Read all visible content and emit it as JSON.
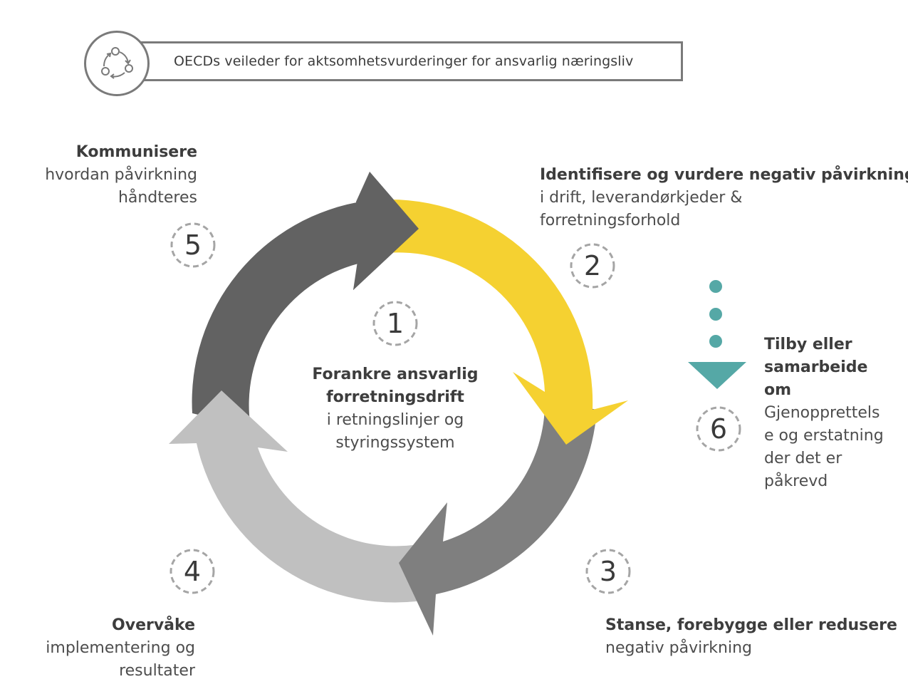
{
  "header": {
    "title": "OECDs veileder for aktsomhetsvurderinger for ansvarlig næringsliv",
    "icon": "cycle-arrows-icon"
  },
  "colors": {
    "step2_arrow": "#f5d131",
    "step3_arrow": "#7f7f7f",
    "step4_arrow": "#c0c0c0",
    "step5_arrow": "#626262",
    "step6_accent": "#55a8a6",
    "badge_dash": "#a5a5a5"
  },
  "steps": [
    {
      "number": "1",
      "title": "Forankre ansvarlig forretningsdrift",
      "title_lines": [
        "Forankre ansvarlig",
        "forretningsdrift"
      ],
      "desc_lines": [
        "i retningslinjer og",
        "styringssystem"
      ]
    },
    {
      "number": "2",
      "title_lines": [
        "Identifisere og vurdere negativ påvirkning"
      ],
      "desc_lines": [
        "i drift, leverandørkjeder &",
        "forretningsforhold"
      ]
    },
    {
      "number": "3",
      "title_lines": [
        "Stanse, forebygge eller redusere"
      ],
      "desc_lines": [
        "negativ påvirkning"
      ]
    },
    {
      "number": "4",
      "title_lines": [
        "Overvåke"
      ],
      "desc_lines": [
        "implementering og",
        "resultater"
      ]
    },
    {
      "number": "5",
      "title_lines": [
        "Kommunisere"
      ],
      "desc_lines": [
        "hvordan påvirkning",
        "håndteres"
      ]
    },
    {
      "number": "6",
      "title_lines": [
        "Tilby eller",
        "samarbeide",
        "om"
      ],
      "desc_lines": [
        "Gjenopprettels",
        "e og erstatning",
        "der det er",
        "påkrevd"
      ]
    }
  ]
}
